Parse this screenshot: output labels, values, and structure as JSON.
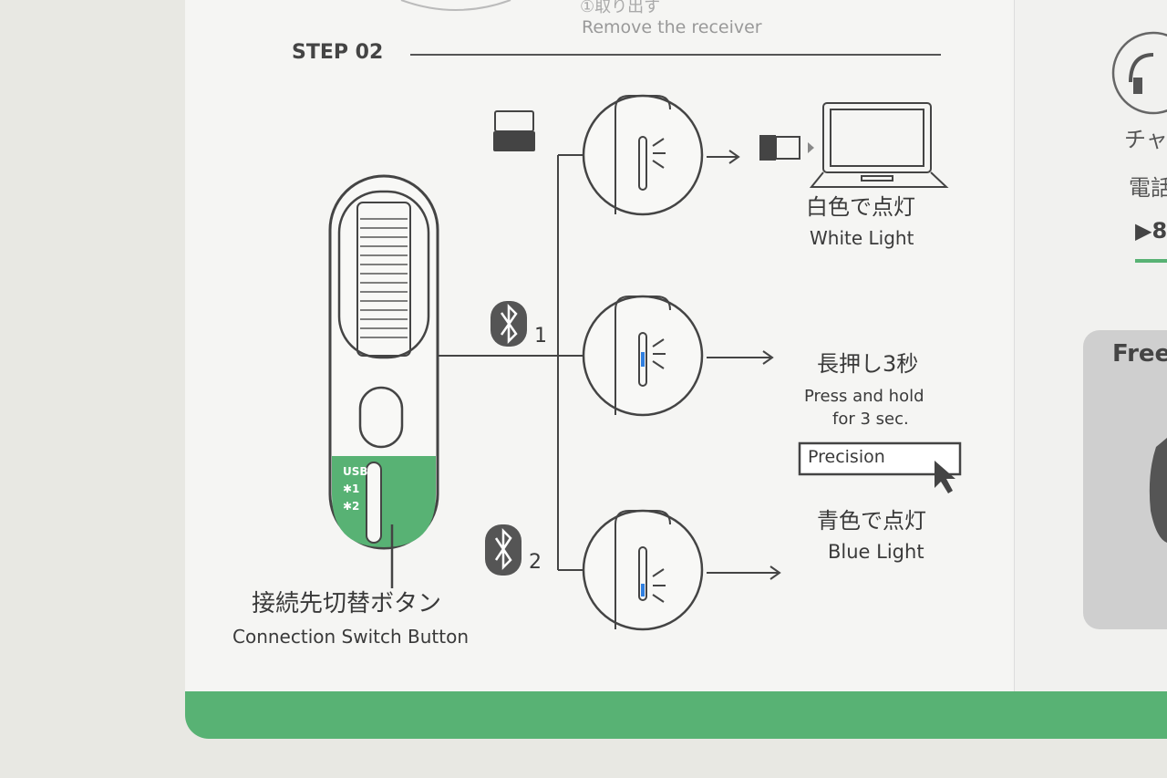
{
  "top": {
    "jp_partial": "①取り出す",
    "en": "Remove the receiver"
  },
  "step": {
    "label": "STEP 02"
  },
  "mouse": {
    "switch_labels": [
      "USB",
      "✱1",
      "✱2"
    ],
    "caption_jp": "接続先切替ボタン",
    "caption_en": "Connection Switch Button"
  },
  "branches": [
    {
      "mode": "usb-receiver",
      "result_jp": "白色で点灯",
      "result_en": "White Light"
    },
    {
      "mode": "bluetooth",
      "channel": "1",
      "instruction_jp": "長押し3秒",
      "instruction_en_1": "Press and hold",
      "instruction_en_2": "for 3 sec.",
      "device_name": "Precision"
    },
    {
      "mode": "bluetooth",
      "channel": "2",
      "result_jp": "青色で点灯",
      "result_en": "Blue Light"
    }
  ],
  "right_panel": {
    "support_jp_1": "チャ",
    "support_jp_2": "電話",
    "number_partial": "▶8",
    "free_label": "Free"
  },
  "colors": {
    "green": "#58b274",
    "blue_light": "#2f7fe0",
    "ink": "#3a3a3a"
  }
}
